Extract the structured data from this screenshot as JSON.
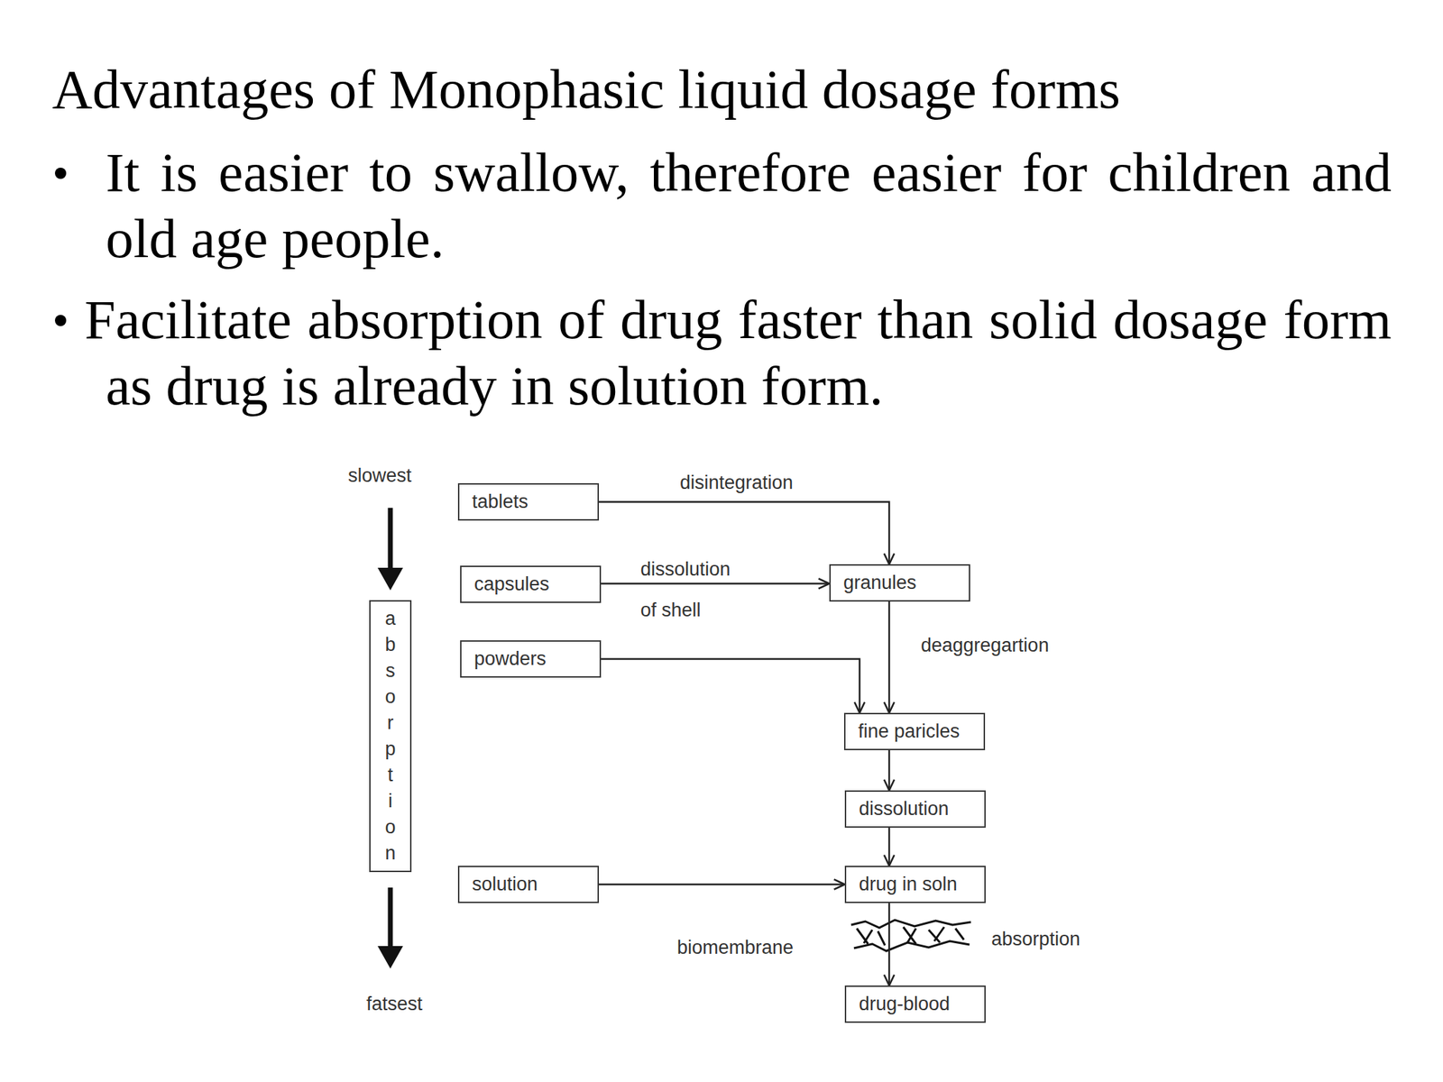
{
  "diagram": {
    "title": "Advantages of Monophasic liquid dosage forms",
    "nodes": [
      {
        "text": [
          "tablets"
        ]
      },
      {
        "text": [
          "capsules"
        ]
      },
      {
        "text": [
          "granules"
        ]
      },
      {
        "text": [
          "absorption"
        ]
      },
      {
        "text": [
          "powders"
        ]
      },
      {
        "text": [
          "fine paricles"
        ]
      },
      {
        "text": [
          "dissolution"
        ]
      },
      {
        "text": [
          "solution"
        ]
      },
      {
        "text": [
          "drug in soln"
        ]
      },
      {
        "text": [
          "drug-blood"
        ]
      }
    ],
    "edges": [
      {
        "from": 0,
        "to": 2,
        "arrow": "to",
        "label": "disintegration"
      },
      {
        "from": 1,
        "to": 2,
        "arrow": "to",
        "label": "dissolution of shell"
      },
      {
        "from": 2,
        "to": 5,
        "arrow": "to",
        "label": "deaggregartion"
      },
      {
        "from": 4,
        "to": 5,
        "arrow": "to"
      },
      {
        "from": 5,
        "to": 6,
        "arrow": "to"
      },
      {
        "from": 6,
        "to": 8,
        "arrow": "to"
      },
      {
        "from": 7,
        "to": 8,
        "arrow": "to"
      },
      {
        "from": 8,
        "to": 9,
        "arrow": "to",
        "label": "absorption"
      }
    ],
    "labels": [
      "It is easier to swallow, therefore easier for children and old age people.",
      "Facilitate absorption of drug faster than solid dosage form as drug is already in solution form.",
      "slowest",
      "fatsest",
      "biomembrane"
    ]
  }
}
